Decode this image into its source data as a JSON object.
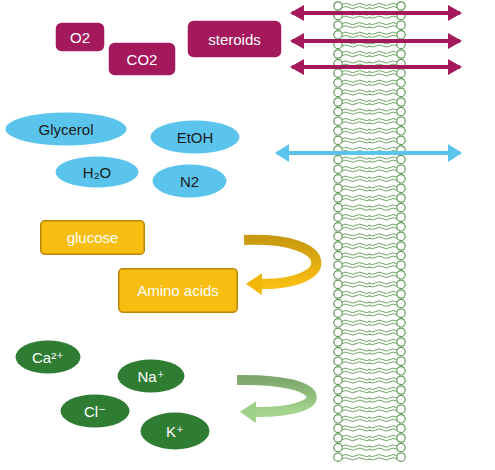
{
  "diagram": {
    "nodes": [
      {
        "text": [
          "O2"
        ]
      },
      {
        "text": [
          "CO2"
        ]
      },
      {
        "text": [
          "steroids"
        ]
      },
      {
        "text": [
          "Glycerol"
        ]
      },
      {
        "text": [
          "EtOH"
        ]
      },
      {
        "text": [
          "H₂O"
        ]
      },
      {
        "text": [
          "N2"
        ]
      },
      {
        "text": [
          "glucose"
        ]
      },
      {
        "text": [
          "Amino acids"
        ]
      },
      {
        "text": [
          "Ca²⁺"
        ]
      },
      {
        "text": [
          "Na⁺"
        ]
      },
      {
        "text": [
          "Cl⁻"
        ]
      },
      {
        "text": [
          "K⁺"
        ]
      }
    ]
  }
}
